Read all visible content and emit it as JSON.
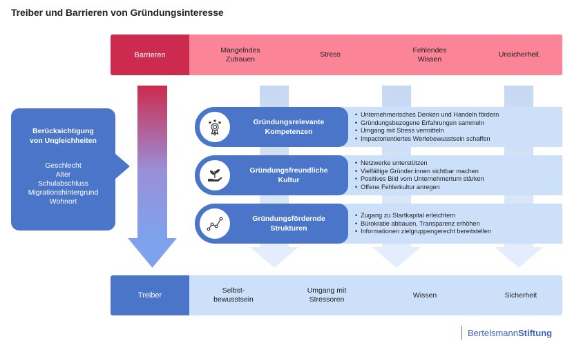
{
  "title": "Treiber und Barrieren von Gründungsinteresse",
  "barriers": {
    "label": "Barrieren",
    "items": [
      "Mangelndes\nZutrauen",
      "Stress",
      "Fehlendes\nWissen",
      "Unsicherheit"
    ]
  },
  "drivers": {
    "label": "Treiber",
    "items": [
      "Selbst-\nbewusstsein",
      "Umgang mit\nStressoren",
      "Wissen",
      "Sicherheit"
    ]
  },
  "left_box": {
    "heading": "Berücksichtigung\nvon Ungleichheiten",
    "items": [
      "Geschlecht",
      "Alter",
      "Schulabschluss",
      "Migrationshintergrund",
      "Wohnort"
    ]
  },
  "rows": [
    {
      "icon": "award-medal-icon",
      "title": "Gründungsrelevante\nKompetenzen",
      "bullets": [
        "Unternehmerisches Denken und Handeln fördern",
        "Gründungsbezogene Erfahrungen sammeln",
        "Umgang mit Stress vermitteln",
        "Impactorientiertes Wertebewusstsein schaffen"
      ]
    },
    {
      "icon": "hand-sprout-icon",
      "title": "Gründungsfreundliche\nKultur",
      "bullets": [
        "Netzwerke unterstützen",
        "Vielfältige Gründer:innen sichtbar machen",
        "Positives Bild vom Unternehmertum stärken",
        "Offene Fehlerkultur anregen"
      ]
    },
    {
      "icon": "network-graph-icon",
      "title": "Gründungsfördernde\nStrukturen",
      "bullets": [
        "Zugang zu Startkapital erleichtern",
        "Bürokratie abbauen, Transparenz erhöhen",
        "Informationen zielgruppengerecht bereitstellen"
      ]
    }
  ],
  "logo": {
    "part1": "Bertelsmann",
    "part2": "Stiftung"
  },
  "colors": {
    "barrier_dark": "#cc2b4f",
    "barrier_light": "#fb8597",
    "driver_dark": "#4a75c9",
    "driver_light": "#cde0f9",
    "arrow_light": "#cfdff5"
  }
}
